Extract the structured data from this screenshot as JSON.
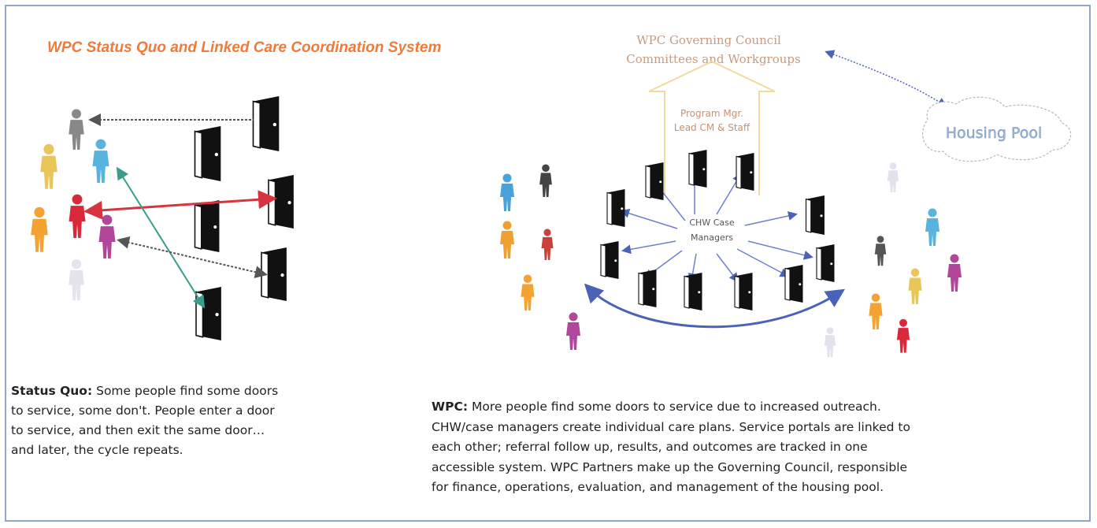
{
  "title": "WPC Status Quo and Linked Care Coordination System",
  "governing_council": {
    "line1": "WPC Governing Council",
    "line2": "Committees and Workgroups"
  },
  "housing_pool": "Housing Pool",
  "program_mgr": {
    "line1": "Program Mgr.",
    "line2": "Lead CM & Staff"
  },
  "chw": {
    "line1": "CHW Case",
    "line2": "Managers"
  },
  "status_quo_caption": {
    "label": "Status Quo:",
    "lines": [
      " Some people find some doors",
      "to service, some don't.  People enter a door",
      "to service, and then exit the same door…",
      "and later, the cycle repeats."
    ]
  },
  "wpc_caption": {
    "label": "WPC:",
    "lines": [
      " More people find some doors to service due to increased outreach.",
      "CHW/case managers  create individual care plans. Service portals are linked to",
      "each other; referral follow up, results, and outcomes are tracked in one",
      "accessible system. WPC Partners make up the Governing Council, responsible",
      "for finance, operations, evaluation, and management of the housing pool."
    ]
  },
  "colors": {
    "title": "#f07a3a",
    "frame": "#8fa6c8",
    "arrow_blue": "#4a63b8",
    "arrow_red": "#d8343f",
    "arrow_teal": "#3b9c8c",
    "arrow_gray": "#555555",
    "door": "#111111",
    "bracket": "#f2d9a0"
  }
}
